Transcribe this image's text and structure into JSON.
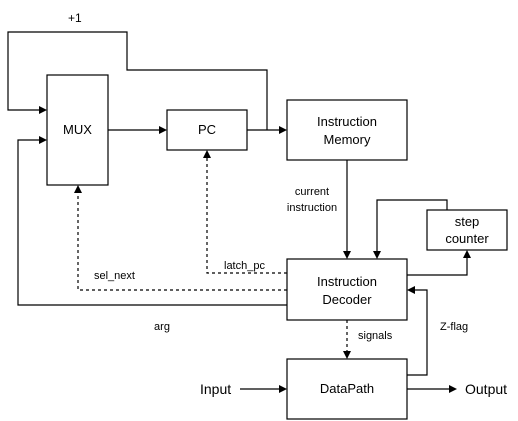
{
  "blocks": {
    "mux": "MUX",
    "pc": "PC",
    "instruction_memory": [
      "Instruction",
      "Memory"
    ],
    "step_counter": [
      "step",
      "counter"
    ],
    "instruction_decoder": [
      "Instruction",
      "Decoder"
    ],
    "datapath": "DataPath"
  },
  "labels": {
    "plus_one": "+1",
    "current_instruction": [
      "current",
      "instruction"
    ],
    "latch_pc": "latch_pc",
    "sel_next": "sel_next",
    "arg": "arg",
    "signals": "signals",
    "z_flag": "Z-flag",
    "input": "Input",
    "output": "Output"
  }
}
